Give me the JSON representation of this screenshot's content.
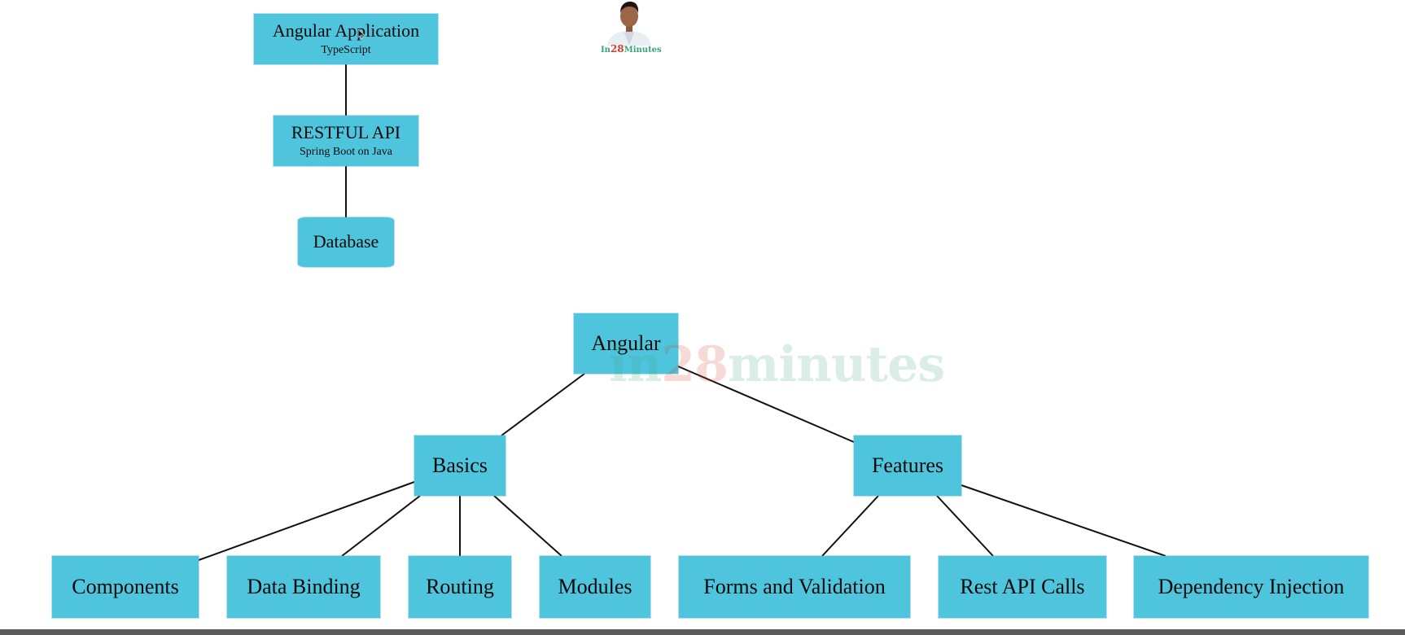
{
  "architecture": {
    "app": {
      "title": "Angular Application",
      "subtitle": "TypeScript"
    },
    "api": {
      "title": "RESTFUL API",
      "subtitle": "Spring Boot on Java"
    },
    "database": {
      "title": "Database"
    }
  },
  "tree": {
    "root": "Angular",
    "basics": {
      "label": "Basics",
      "children": [
        "Components",
        "Data Binding",
        "Routing",
        "Modules"
      ]
    },
    "features": {
      "label": "Features",
      "children": [
        "Forms and Validation",
        "Rest API Calls",
        "Dependency Injection"
      ]
    }
  },
  "branding": {
    "watermark": {
      "part1": "in",
      "part2": "28",
      "part3": "minutes"
    },
    "logo": {
      "part1": "In",
      "part2": "28",
      "part3": "Minutes"
    }
  },
  "colors": {
    "node_fill": "#4ec5dc",
    "connector": "#111111",
    "brand_green": "#3aa37a",
    "brand_red": "#d23a2b"
  }
}
